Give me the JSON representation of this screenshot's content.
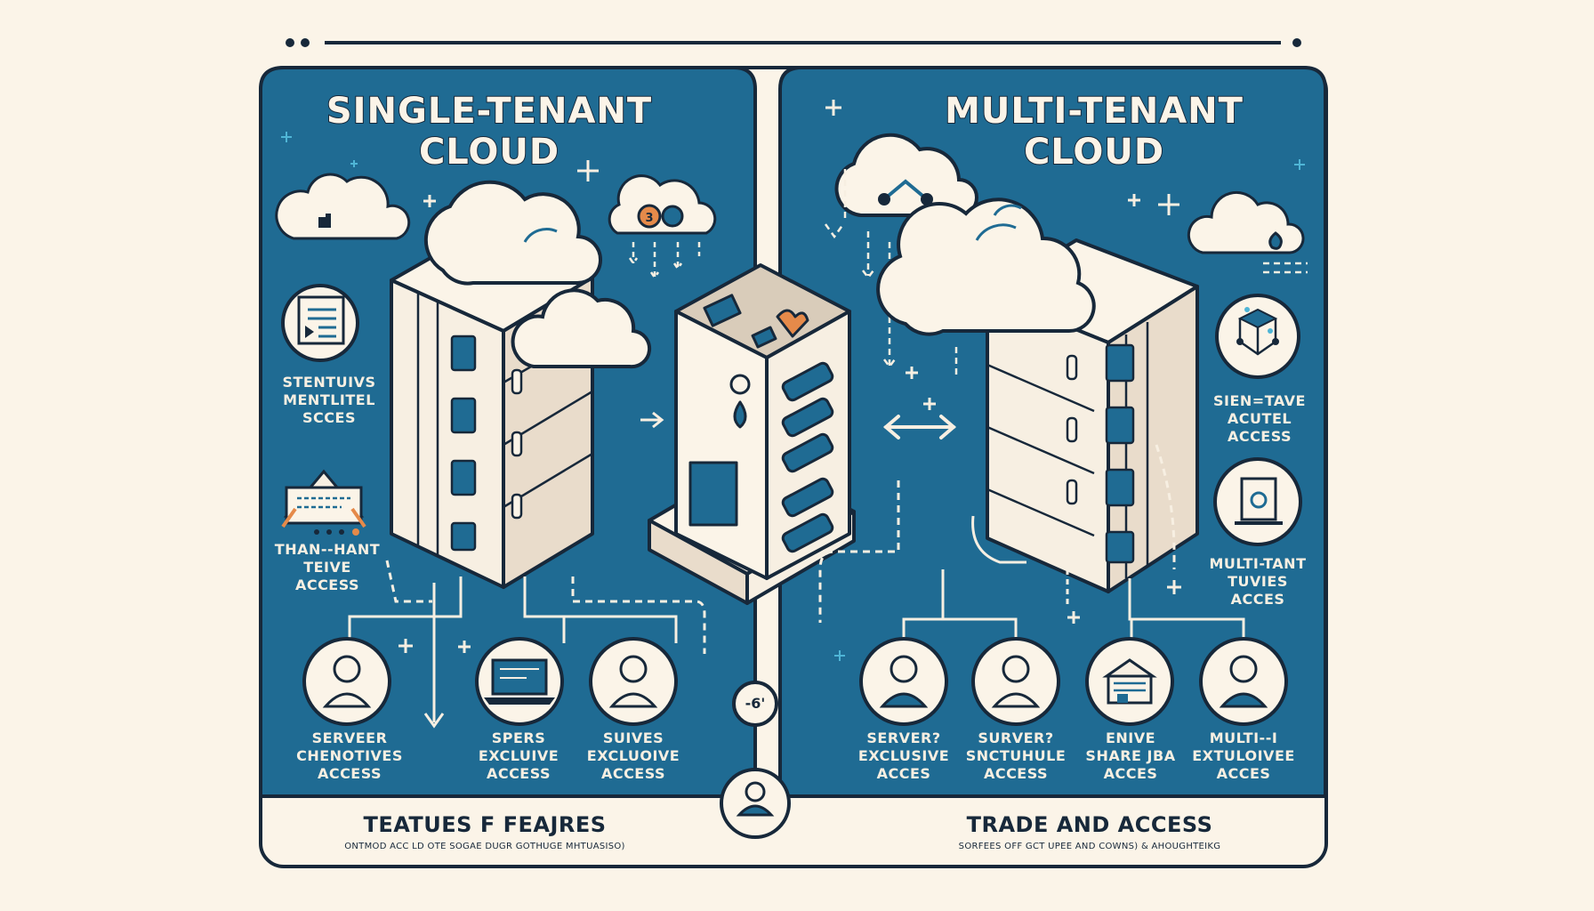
{
  "colors": {
    "background": "#fbf4e8",
    "panel": "#1f6b93",
    "outline": "#17283a",
    "cream": "#f7efe2",
    "accent": "#e58a4a"
  },
  "left_panel": {
    "title_line1": "SINGLE-TENANT",
    "title_line2": "CLOUD",
    "side_label_1": [
      "STENTUIVS",
      "MENTLITEL",
      "SCCES"
    ],
    "side_label_2": [
      "THAN--HANT",
      "TEIVE",
      "ACCESS"
    ],
    "users": [
      {
        "icon": "person-icon",
        "lines": [
          "SERVEER",
          "CHENOTIVES",
          "ACCESS"
        ]
      },
      {
        "icon": "laptop-icon",
        "lines": [
          "SPERS",
          "EXCLUIVE",
          "ACCESS"
        ]
      },
      {
        "icon": "person-icon",
        "lines": [
          "SUIVES",
          "EXCLUOIVE",
          "ACCESS"
        ]
      }
    ],
    "footer_title": "TEATUES F FEAJRES",
    "footer_sub": "ONTMOD ACC LD OTE SOGAE DUGR GOTHUGE MHTUASISO)"
  },
  "right_panel": {
    "title_line1": "MULTI-TENANT",
    "title_line2": "CLOUD",
    "side_label_1": [
      "SIEN=TAVE",
      "ACUTEL",
      "ACCESS"
    ],
    "side_label_2": [
      "MULTI-TANT",
      "TUVIES",
      "ACCES"
    ],
    "users": [
      {
        "icon": "person-icon",
        "lines": [
          "SERVER?",
          "EXCLUSIVE",
          "ACCES"
        ]
      },
      {
        "icon": "person-icon",
        "lines": [
          "SURVER?",
          "SNCTUHULE",
          "ACCESS"
        ]
      },
      {
        "icon": "server-box-icon",
        "lines": [
          "ENIVE",
          "SHARE JBA",
          "ACCES"
        ]
      },
      {
        "icon": "person-icon",
        "lines": [
          "MULTI--I",
          "EXTULOIVEE",
          "ACCES"
        ]
      }
    ],
    "footer_title": "TRADE AND ACCESS",
    "footer_sub": "SORFEES OFF GCT UPEE AND COWNS) & AHOUGHTEIKG"
  },
  "center": {
    "badge": "-6'",
    "cloud_badge": "3"
  }
}
